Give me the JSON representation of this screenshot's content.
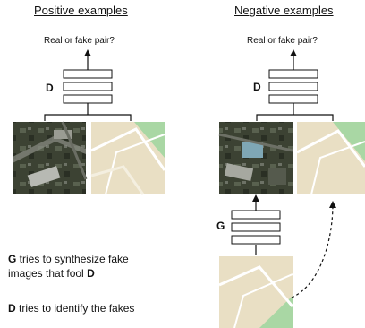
{
  "positive": {
    "title": "Positive examples",
    "question": "Real or fake pair?",
    "d_label": "D"
  },
  "negative": {
    "title": "Negative examples",
    "question": "Real or fake pair?",
    "d_label": "D",
    "g_label": "G"
  },
  "explanations": {
    "g_letter": "G",
    "g_text_1": " tries to synthesize fake",
    "g_text_2": "images that fool ",
    "g_text_2_bold": "D",
    "d_letter": "D",
    "d_text": " tries to identify the fakes"
  },
  "colors": {
    "map_bg": "#e9dfc4",
    "map_green": "#a9d7a4",
    "map_road": "#ffffff",
    "photo_dark": "#3c4233"
  }
}
